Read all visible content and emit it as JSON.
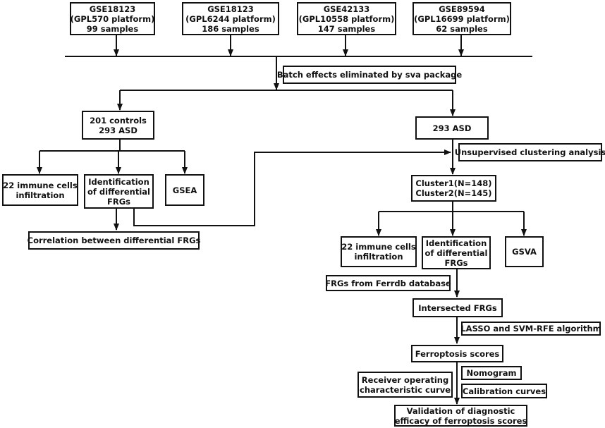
{
  "datasets": [
    {
      "id": "GSE18123",
      "platform": "(GPL570 platform)",
      "samples": "99 samples"
    },
    {
      "id": "GSE18123",
      "platform": "(GPL6244 platform)",
      "samples": "186 samples"
    },
    {
      "id": "GSE42133",
      "platform": "(GPL10558 platform)",
      "samples": "147 samples"
    },
    {
      "id": "GSE89594",
      "platform": "(GPL16699 platform)",
      "samples": "62 samples"
    }
  ],
  "batch_effects": "Batch effects eliminated by sva package",
  "left_branch": {
    "groups": [
      "201 controls",
      "293 ASD"
    ],
    "immune": [
      "22 immune cells",
      "infiltration"
    ],
    "identification": [
      "Identification",
      "of  differential",
      "FRGs"
    ],
    "gsea": "GSEA",
    "correlation": "Correlation between differential FRGs"
  },
  "right_branch": {
    "asd": "293 ASD",
    "clustering": "Unsupervised clustering analysis",
    "clusters": [
      "Cluster1(N=148)",
      "Cluster2(N=145)"
    ],
    "immune": [
      "22 immune cells",
      "infiltration"
    ],
    "identification": [
      "Identification",
      "of  differential",
      "FRGs"
    ],
    "gsva": "GSVA",
    "ferrdb": "FRGs from Ferrdb database",
    "intersected": "Intersected FRGs",
    "lasso": "LASSO and SVM-RFE algorithm",
    "ferroptosis_scores": "Ferroptosis scores",
    "nomogram": "Nomogram",
    "roc": [
      "Receiver operating",
      "characteristic curve"
    ],
    "calibration": "Calibration curves",
    "validation": [
      "Validation of diagnostic",
      "efficacy of ferroptosis scores"
    ]
  }
}
